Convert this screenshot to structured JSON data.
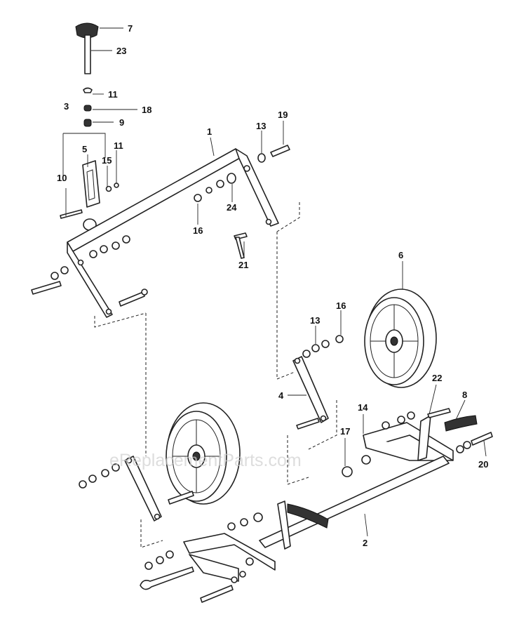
{
  "watermark": "eReplacementParts.com",
  "callouts": [
    {
      "id": "c7",
      "text": "7"
    },
    {
      "id": "c23",
      "text": "23"
    },
    {
      "id": "c11a",
      "text": "11"
    },
    {
      "id": "c18",
      "text": "18"
    },
    {
      "id": "c9",
      "text": "9"
    },
    {
      "id": "c3",
      "text": "3"
    },
    {
      "id": "c5",
      "text": "5"
    },
    {
      "id": "c15",
      "text": "15"
    },
    {
      "id": "c11b",
      "text": "11"
    },
    {
      "id": "c10",
      "text": "10"
    },
    {
      "id": "c1",
      "text": "1"
    },
    {
      "id": "c13a",
      "text": "13"
    },
    {
      "id": "c19",
      "text": "19"
    },
    {
      "id": "c16a",
      "text": "16"
    },
    {
      "id": "c24",
      "text": "24"
    },
    {
      "id": "c21",
      "text": "21"
    },
    {
      "id": "c6",
      "text": "6"
    },
    {
      "id": "c13b",
      "text": "13"
    },
    {
      "id": "c16b",
      "text": "16"
    },
    {
      "id": "c4",
      "text": "4"
    },
    {
      "id": "c22",
      "text": "22"
    },
    {
      "id": "c8",
      "text": "8"
    },
    {
      "id": "c14",
      "text": "14"
    },
    {
      "id": "c17",
      "text": "17"
    },
    {
      "id": "c20",
      "text": "20"
    },
    {
      "id": "c2",
      "text": "2"
    }
  ]
}
